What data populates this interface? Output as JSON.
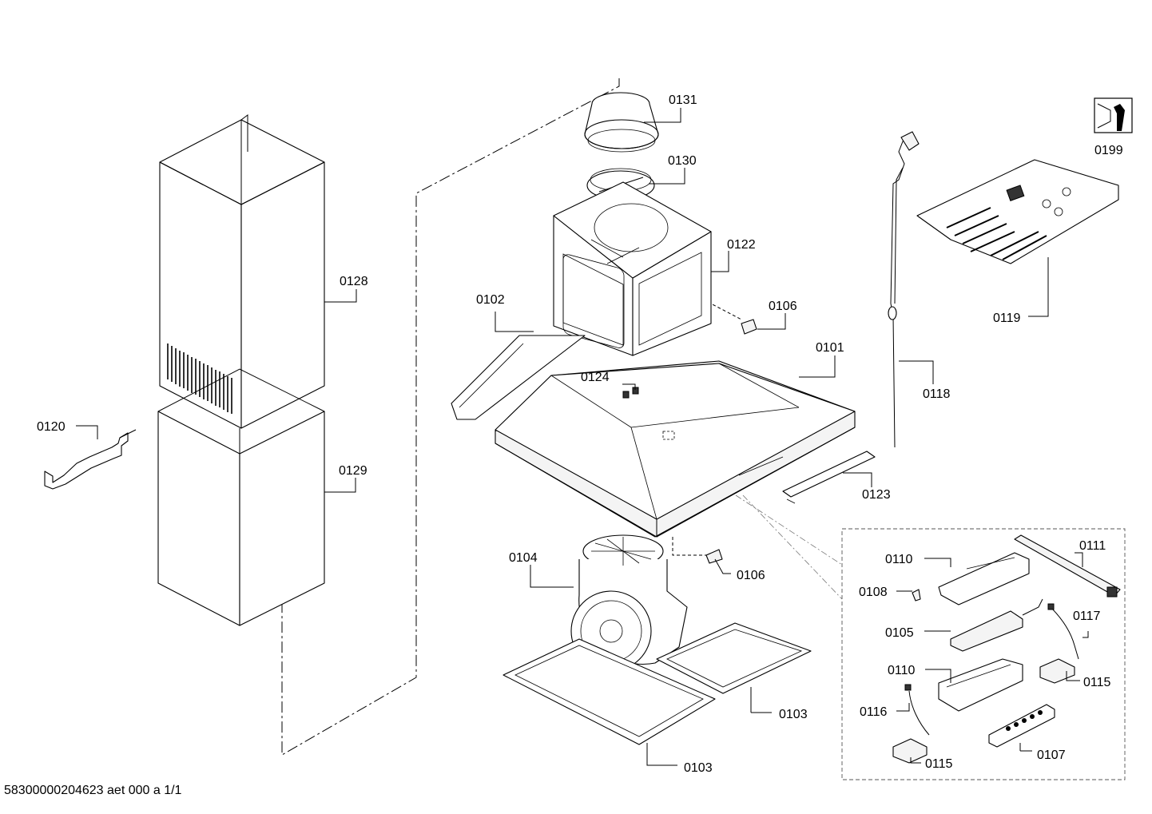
{
  "parts": [
    {
      "id": "p0131",
      "label": "0131"
    },
    {
      "id": "p0130",
      "label": "0130"
    },
    {
      "id": "p0122",
      "label": "0122"
    },
    {
      "id": "p0102",
      "label": "0102"
    },
    {
      "id": "p0106a",
      "label": "0106"
    },
    {
      "id": "p0101",
      "label": "0101"
    },
    {
      "id": "p0124",
      "label": "0124"
    },
    {
      "id": "p0128",
      "label": "0128"
    },
    {
      "id": "p0120",
      "label": "0120"
    },
    {
      "id": "p0129",
      "label": "0129"
    },
    {
      "id": "p0118",
      "label": "0118"
    },
    {
      "id": "p0119",
      "label": "0119"
    },
    {
      "id": "p0199",
      "label": "0199"
    },
    {
      "id": "p0123",
      "label": "0123"
    },
    {
      "id": "p0104",
      "label": "0104"
    },
    {
      "id": "p0106b",
      "label": "0106"
    },
    {
      "id": "p0111",
      "label": "0111"
    },
    {
      "id": "p0110a",
      "label": "0110"
    },
    {
      "id": "p0108",
      "label": "0108"
    },
    {
      "id": "p0117",
      "label": "0117"
    },
    {
      "id": "p0105",
      "label": "0105"
    },
    {
      "id": "p0110b",
      "label": "0110"
    },
    {
      "id": "p0115a",
      "label": "0115"
    },
    {
      "id": "p0116",
      "label": "0116"
    },
    {
      "id": "p0103a",
      "label": "0103"
    },
    {
      "id": "p0115b",
      "label": "0115"
    },
    {
      "id": "p0107",
      "label": "0107"
    },
    {
      "id": "p0103b",
      "label": "0103"
    }
  ],
  "footer": "58300000204623 aet 000 a 1/1"
}
